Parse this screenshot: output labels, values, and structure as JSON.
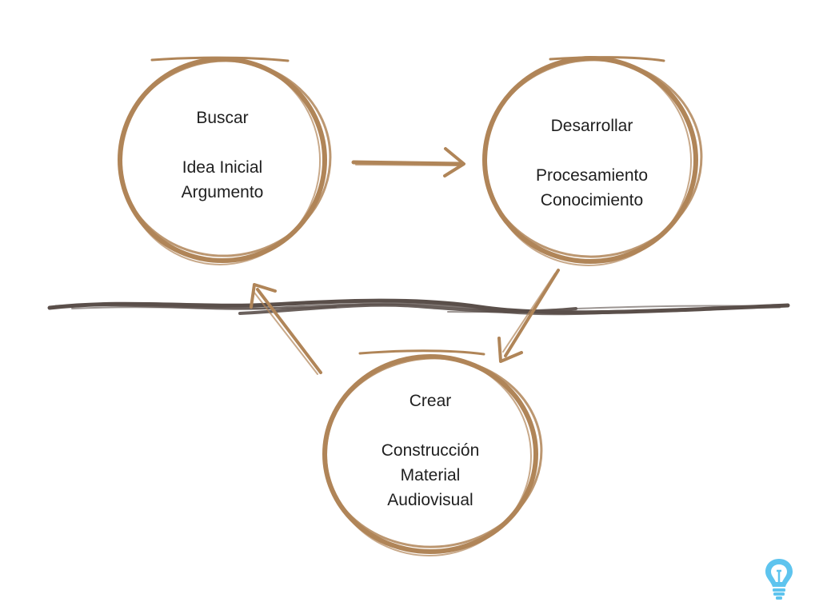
{
  "nodes": [
    {
      "title": "Buscar",
      "lines": [
        "Idea Inicial",
        "Argumento"
      ]
    },
    {
      "title": "Desarrollar",
      "lines": [
        "Procesamiento",
        "Conocimiento"
      ]
    },
    {
      "title": "Crear",
      "lines": [
        "Construcción",
        "Material",
        "Audiovisual"
      ]
    }
  ],
  "colors": {
    "circle": "#b08558",
    "divider": "#5a4f4a",
    "text": "#1f1f1f",
    "bulb": "#5ec4ee"
  },
  "icons": {
    "corner": "lightbulb-icon"
  }
}
